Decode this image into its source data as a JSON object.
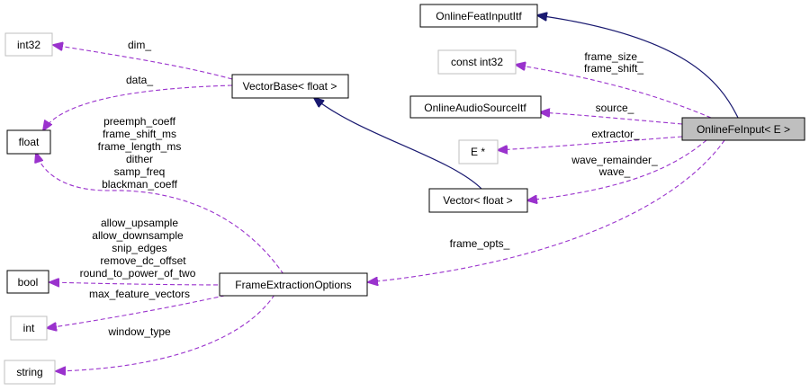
{
  "nodes": {
    "online_feinput": "OnlineFeInput< E >",
    "online_feat_input_itf": "OnlineFeatInputItf",
    "const_int32": "const int32",
    "online_audio_source_itf": "OnlineAudioSourceItf",
    "e_ptr": "E *",
    "vector_float": "Vector< float >",
    "vectorbase_float": "VectorBase< float >",
    "frame_extraction_options": "FrameExtractionOptions",
    "int32": "int32",
    "float": "float",
    "bool": "bool",
    "int": "int",
    "string": "string"
  },
  "edge_labels": {
    "dim": "dim_",
    "data": "data_",
    "frame_size": "frame_size_",
    "frame_shift": "frame_shift_",
    "source": "source_",
    "extractor": "extractor_",
    "wave_remainder": "wave_remainder_",
    "wave": "wave_",
    "frame_opts": "frame_opts_",
    "preemph_coeff": "preemph_coeff",
    "frame_shift_ms": "frame_shift_ms",
    "frame_length_ms": "frame_length_ms",
    "dither": "dither",
    "samp_freq": "samp_freq",
    "blackman_coeff": "blackman_coeff",
    "allow_upsample": "allow_upsample",
    "allow_downsample": "allow_downsample",
    "snip_edges": "snip_edges",
    "remove_dc_offset": "remove_dc_offset",
    "round_to_power_of_two": "round_to_power_of_two",
    "max_feature_vectors": "max_feature_vectors",
    "window_type": "window_type"
  },
  "colors": {
    "inheritance": "#191970",
    "usage": "#9a32cd",
    "focus_fill": "#bfbfbf",
    "external_border": "#bfbfbf"
  }
}
